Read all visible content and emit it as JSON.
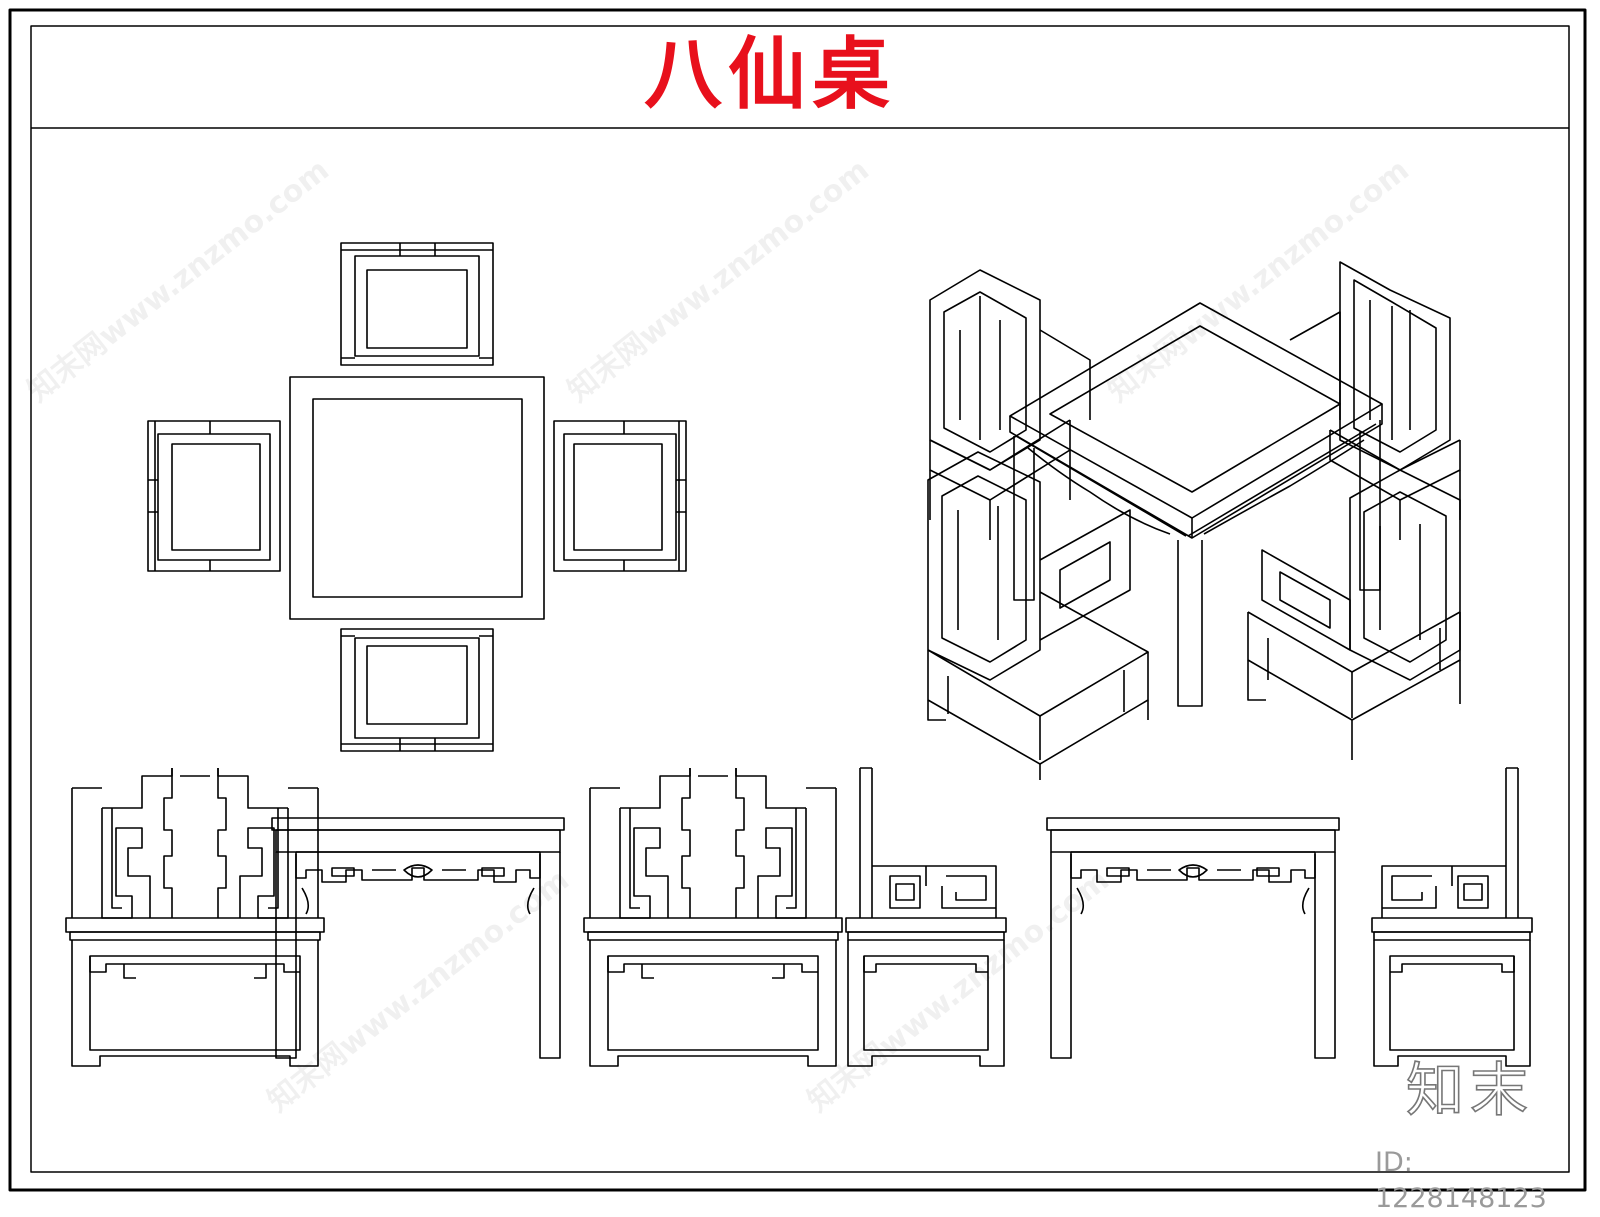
{
  "title": "八仙桌",
  "brand_logo": "知末",
  "id_label": "ID: 1228148123",
  "watermark_text": "知末网www.znzmo.com",
  "colors": {
    "title": "#e8101c",
    "line": "#000000",
    "background": "#ffffff"
  }
}
